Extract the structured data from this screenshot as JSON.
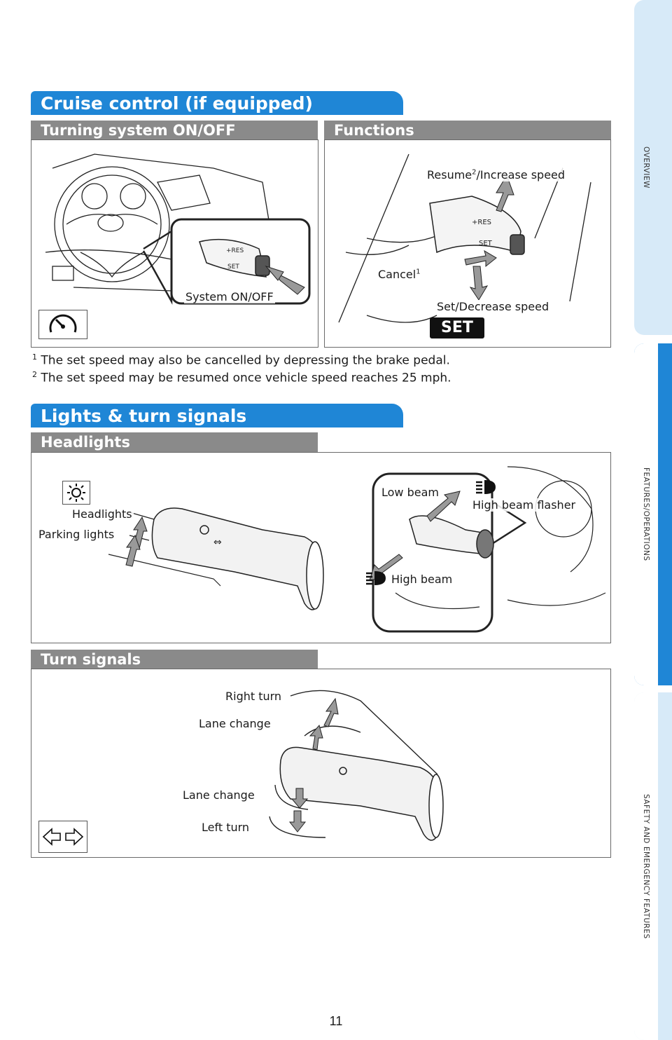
{
  "side_nav": [
    {
      "label": "OVERVIEW",
      "active": false
    },
    {
      "label": "FEATURES/OPERATIONS",
      "active": true
    },
    {
      "label": "SAFETY AND EMERGENCY FEATURES",
      "active": false
    }
  ],
  "cruise": {
    "title": "Cruise control (if equipped)",
    "left_sub": "Turning system ON/OFF",
    "right_sub": "Functions",
    "system_label": "System ON/OFF",
    "resume_label": "Resume",
    "resume_sup": "2",
    "resume_rest": "/Increase speed",
    "cancel_label": "Cancel",
    "cancel_sup": "1",
    "set_label": "Set/Decrease speed",
    "set_badge": "SET",
    "footnote1_num": "1",
    "footnote1": "The set speed may also be cancelled by depressing the brake pedal.",
    "footnote2_num": "2",
    "footnote2": "The set speed may be resumed once vehicle speed reaches 25 mph."
  },
  "lights": {
    "title": "Lights & turn signals",
    "headlights_sub": "Headlights",
    "headlights_label": "Headlights",
    "parking_label": "Parking lights",
    "low_beam": "Low beam",
    "high_flasher": "High beam flasher",
    "high_beam": "High beam",
    "turn_sub": "Turn signals",
    "right_turn": "Right turn",
    "lane_change_up": "Lane change",
    "lane_change_down": "Lane change",
    "left_turn": "Left turn"
  },
  "page_number": "11",
  "colors": {
    "accent": "#1f86d6",
    "subhead": "#8a8a8a",
    "tab_light": "#d7eaf8"
  }
}
